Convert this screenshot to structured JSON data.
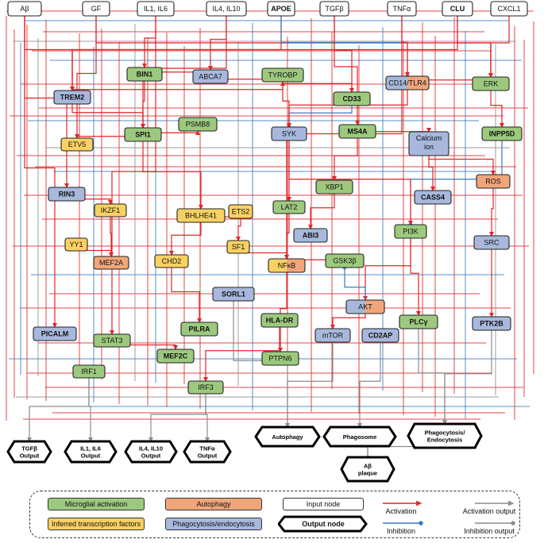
{
  "colors": {
    "green": "#9cc97e",
    "orange": "#f0a67a",
    "yellow": "#f8d163",
    "blue": "#a7b8dc",
    "white": "#ffffff",
    "activation": "#e0262a",
    "inhibition": "#3a79c0",
    "activation_output": "#8c8c8c",
    "inhibition_output": "#8c8c8c"
  },
  "nodes": [
    {
      "id": "abeta",
      "label": "Aβ",
      "cat": "input",
      "bold": false
    },
    {
      "id": "gf",
      "label": "GF",
      "cat": "input",
      "bold": false
    },
    {
      "id": "il1il6",
      "label": "IL1, IL6",
      "cat": "input",
      "bold": false
    },
    {
      "id": "il4il10",
      "label": "IL4, IL10",
      "cat": "input",
      "bold": false
    },
    {
      "id": "apoe",
      "label": "APOE",
      "cat": "input",
      "bold": true
    },
    {
      "id": "tgfb",
      "label": "TGFβ",
      "cat": "input",
      "bold": false
    },
    {
      "id": "tnfa",
      "label": "TNFα",
      "cat": "input",
      "bold": false
    },
    {
      "id": "clu",
      "label": "CLU",
      "cat": "input",
      "bold": true
    },
    {
      "id": "cxcl1",
      "label": "CXCL1",
      "cat": "input",
      "bold": false
    },
    {
      "id": "bin1",
      "label": "BIN1",
      "cat": "green",
      "bold": true
    },
    {
      "id": "abca7",
      "label": "ABCA7",
      "cat": "blue",
      "bold": false
    },
    {
      "id": "tyrobp",
      "label": "TYROBP",
      "cat": "green",
      "bold": false
    },
    {
      "id": "cd14",
      "label": "CD14/TLR4",
      "cat": "cd14",
      "bold": false
    },
    {
      "id": "erk",
      "label": "ERK",
      "cat": "green",
      "bold": false
    },
    {
      "id": "trem2",
      "label": "TREM2",
      "cat": "blue",
      "bold": true
    },
    {
      "id": "cd33",
      "label": "CD33",
      "cat": "green",
      "bold": true
    },
    {
      "id": "psmb8",
      "label": "PSMB8",
      "cat": "green",
      "bold": false
    },
    {
      "id": "spi1",
      "label": "SPI1",
      "cat": "green",
      "bold": true
    },
    {
      "id": "syk",
      "label": "SYK",
      "cat": "blue",
      "bold": false
    },
    {
      "id": "ms4a",
      "label": "MS4A",
      "cat": "green",
      "bold": true
    },
    {
      "id": "calcium",
      "label": "Calcium ion",
      "cat": "blue",
      "bold": false
    },
    {
      "id": "inpp5d",
      "label": "INPP5D",
      "cat": "green",
      "bold": true
    },
    {
      "id": "etv5",
      "label": "ETV5",
      "cat": "yellow",
      "bold": false
    },
    {
      "id": "ros",
      "label": "ROS",
      "cat": "orange",
      "bold": false
    },
    {
      "id": "xbp1",
      "label": "XBP1",
      "cat": "green",
      "bold": false
    },
    {
      "id": "rin3",
      "label": "RIN3",
      "cat": "blue",
      "bold": true
    },
    {
      "id": "bhlhe41",
      "label": "BHLHE41",
      "cat": "yellow",
      "bold": false
    },
    {
      "id": "ets2",
      "label": "ETS2",
      "cat": "yellow",
      "bold": false
    },
    {
      "id": "lat2",
      "label": "LAT2",
      "cat": "green",
      "bold": false
    },
    {
      "id": "cass4",
      "label": "CASS4",
      "cat": "blue",
      "bold": true
    },
    {
      "id": "ikzf1",
      "label": "IKZF1",
      "cat": "yellow",
      "bold": false
    },
    {
      "id": "abi3",
      "label": "ABI3",
      "cat": "blue",
      "bold": true
    },
    {
      "id": "pi3k",
      "label": "PI3K",
      "cat": "green",
      "bold": false
    },
    {
      "id": "yy1",
      "label": "YY1",
      "cat": "yellow",
      "bold": false
    },
    {
      "id": "mef2a",
      "label": "MEF2A",
      "cat": "orange",
      "bold": false
    },
    {
      "id": "sf1",
      "label": "SF1",
      "cat": "yellow",
      "bold": false
    },
    {
      "id": "src",
      "label": "SRC",
      "cat": "blue",
      "bold": false
    },
    {
      "id": "chd2",
      "label": "CHD2",
      "cat": "yellow",
      "bold": false
    },
    {
      "id": "nfkb",
      "label": "NFκB",
      "cat": "nfkb",
      "bold": false
    },
    {
      "id": "gsk3b",
      "label": "GSK3β",
      "cat": "green",
      "bold": false
    },
    {
      "id": "akt",
      "label": "AKT",
      "cat": "akt",
      "bold": false
    },
    {
      "id": "sorl1",
      "label": "SORL1",
      "cat": "blue",
      "bold": true
    },
    {
      "id": "hladr",
      "label": "HLA-DR",
      "cat": "green",
      "bold": true
    },
    {
      "id": "picalm",
      "label": "PICALM",
      "cat": "blue",
      "bold": true
    },
    {
      "id": "pilra",
      "label": "PILRA",
      "cat": "green",
      "bold": true
    },
    {
      "id": "mtor",
      "label": "mTOR",
      "cat": "blue",
      "bold": false
    },
    {
      "id": "cd2ap",
      "label": "CD2AP",
      "cat": "blue",
      "bold": true
    },
    {
      "id": "plcg",
      "label": "PLCγ",
      "cat": "green",
      "bold": true
    },
    {
      "id": "ptk2b",
      "label": "PTK2B",
      "cat": "blue",
      "bold": true
    },
    {
      "id": "stat3",
      "label": "STAT3",
      "cat": "green",
      "bold": false
    },
    {
      "id": "mef2c",
      "label": "MEF2C",
      "cat": "green",
      "bold": true
    },
    {
      "id": "ptpn6",
      "label": "PTPN6",
      "cat": "green",
      "bold": false
    },
    {
      "id": "irf1",
      "label": "IRF1",
      "cat": "green",
      "bold": false
    },
    {
      "id": "irf3",
      "label": "IRF3",
      "cat": "green",
      "bold": false
    }
  ],
  "outputs": [
    {
      "id": "tgfb_out",
      "lines": [
        "TGFβ",
        "Output"
      ]
    },
    {
      "id": "il1_out",
      "lines": [
        "IL1, IL6",
        "Output"
      ]
    },
    {
      "id": "il4_out",
      "lines": [
        "IL4, IL10",
        "Output"
      ]
    },
    {
      "id": "tnfa_out",
      "lines": [
        "TNFα",
        "Output"
      ]
    },
    {
      "id": "autophagy_out",
      "lines": [
        "Autophagy"
      ]
    },
    {
      "id": "phagosome_out",
      "lines": [
        "Phagosome"
      ]
    },
    {
      "id": "phago_endo_out",
      "lines": [
        "Phagocytosis/",
        "Endocytosis"
      ]
    },
    {
      "id": "abeta_plaque",
      "lines": [
        "Aβ",
        "plaque"
      ]
    }
  ],
  "edges": [
    {
      "from": "abeta",
      "to": "trem2",
      "type": "act"
    },
    {
      "from": "abeta",
      "to": "picalm",
      "type": "act"
    },
    {
      "from": "abeta",
      "to": "rin3",
      "type": "act"
    },
    {
      "from": "gf",
      "to": "etv5",
      "type": "act"
    },
    {
      "from": "gf",
      "to": "erk",
      "type": "act"
    },
    {
      "from": "il1il6",
      "to": "bin1",
      "type": "act"
    },
    {
      "from": "il1il6",
      "to": "stat3",
      "type": "act"
    },
    {
      "from": "il4il10",
      "to": "abca7",
      "type": "act"
    },
    {
      "from": "il4il10",
      "to": "spi1",
      "type": "act"
    },
    {
      "from": "apoe",
      "to": "trem2",
      "type": "act"
    },
    {
      "from": "apoe",
      "to": "cd14",
      "type": "inh"
    },
    {
      "from": "tgfb",
      "to": "cd33",
      "type": "act"
    },
    {
      "from": "tgfb",
      "to": "ms4a",
      "type": "act"
    },
    {
      "from": "tnfa",
      "to": "cd14",
      "type": "act"
    },
    {
      "from": "tnfa",
      "to": "nfkb",
      "type": "act"
    },
    {
      "from": "clu",
      "to": "erk",
      "type": "act"
    },
    {
      "from": "clu",
      "to": "trem2",
      "type": "act"
    },
    {
      "from": "cxcl1",
      "to": "erk",
      "type": "act"
    },
    {
      "from": "bin1",
      "to": "spi1",
      "type": "act"
    },
    {
      "from": "bin1",
      "to": "abca7",
      "type": "act"
    },
    {
      "from": "abca7",
      "to": "tyrobp",
      "type": "act"
    },
    {
      "from": "tyrobp",
      "to": "syk",
      "type": "act"
    },
    {
      "from": "tyrobp",
      "to": "cd33",
      "type": "act"
    },
    {
      "from": "trem2",
      "to": "tyrobp",
      "type": "act"
    },
    {
      "from": "trem2",
      "to": "spi1",
      "type": "act"
    },
    {
      "from": "cd33",
      "to": "syk",
      "type": "inh"
    },
    {
      "from": "cd14",
      "to": "syk",
      "type": "act"
    },
    {
      "from": "cd14",
      "to": "erk",
      "type": "act"
    },
    {
      "from": "erk",
      "to": "inpp5d",
      "type": "act"
    },
    {
      "from": "inpp5d",
      "to": "pi3k",
      "type": "inh"
    },
    {
      "from": "spi1",
      "to": "psmb8",
      "type": "act"
    },
    {
      "from": "spi1",
      "to": "bhlhe41",
      "type": "act"
    },
    {
      "from": "spi1",
      "to": "etv5",
      "type": "act"
    },
    {
      "from": "syk",
      "to": "lat2",
      "type": "act"
    },
    {
      "from": "syk",
      "to": "pi3k",
      "type": "act"
    },
    {
      "from": "ms4a",
      "to": "calcium",
      "type": "act"
    },
    {
      "from": "ms4a",
      "to": "xbp1",
      "type": "act"
    },
    {
      "from": "calcium",
      "to": "cass4",
      "type": "act"
    },
    {
      "from": "calcium",
      "to": "ros",
      "type": "act"
    },
    {
      "from": "xbp1",
      "to": "abi3",
      "type": "act"
    },
    {
      "from": "rin3",
      "to": "ikzf1",
      "type": "act"
    },
    {
      "from": "bhlhe41",
      "to": "chd2",
      "type": "act"
    },
    {
      "from": "bhlhe41",
      "to": "ets2",
      "type": "act"
    },
    {
      "from": "ets2",
      "to": "sf1",
      "type": "act"
    },
    {
      "from": "ikzf1",
      "to": "mef2a",
      "type": "act"
    },
    {
      "from": "yy1",
      "to": "mef2a",
      "type": "act"
    },
    {
      "from": "sf1",
      "to": "nfkb",
      "type": "act"
    },
    {
      "from": "lat2",
      "to": "nfkb",
      "type": "act"
    },
    {
      "from": "pi3k",
      "to": "akt",
      "type": "act"
    },
    {
      "from": "pi3k",
      "to": "plcg",
      "type": "act"
    },
    {
      "from": "ros",
      "to": "src",
      "type": "act"
    },
    {
      "from": "src",
      "to": "ptk2b",
      "type": "act"
    },
    {
      "from": "gsk3b",
      "to": "nfkb",
      "type": "act"
    },
    {
      "from": "akt",
      "to": "gsk3b",
      "type": "inh"
    },
    {
      "from": "akt",
      "to": "mtor",
      "type": "act"
    },
    {
      "from": "chd2",
      "to": "pilra",
      "type": "act"
    },
    {
      "from": "stat3",
      "to": "mef2c",
      "type": "act"
    },
    {
      "from": "nfkb",
      "to": "ptpn6",
      "type": "act"
    },
    {
      "from": "hladr",
      "to": "irf3",
      "type": "act"
    },
    {
      "from": "irf1",
      "to": "tgfb_out",
      "type": "aout"
    },
    {
      "from": "irf1",
      "to": "il1_out",
      "type": "aout"
    },
    {
      "from": "irf3",
      "to": "tnfa_out",
      "type": "aout"
    },
    {
      "from": "irf3",
      "to": "il4_out",
      "type": "aout"
    },
    {
      "from": "sorl1",
      "to": "autophagy_out",
      "type": "aout"
    },
    {
      "from": "mtor",
      "to": "autophagy_out",
      "type": "iout"
    },
    {
      "from": "cd2ap",
      "to": "phagosome_out",
      "type": "aout"
    },
    {
      "from": "ptk2b",
      "to": "phago_endo_out",
      "type": "aout"
    },
    {
      "from": "plcg",
      "to": "phago_endo_out",
      "type": "aout"
    },
    {
      "from": "phagosome_out",
      "to": "abeta_plaque",
      "type": "iout"
    },
    {
      "from": "phago_endo_out",
      "to": "abeta_plaque",
      "type": "iout"
    }
  ],
  "legend": {
    "microglial": "Microglial activation",
    "autophagy": "Autophagy",
    "input": "Input node",
    "activation": "Activation",
    "activation_output": "Activation output",
    "inferred_tf": "Inferred transcription factors",
    "phagocytosis": "Phagocytosis/endocytosis",
    "output": "Output node",
    "inhibition": "Inhibition",
    "inhibition_output": "Inhibition output"
  }
}
